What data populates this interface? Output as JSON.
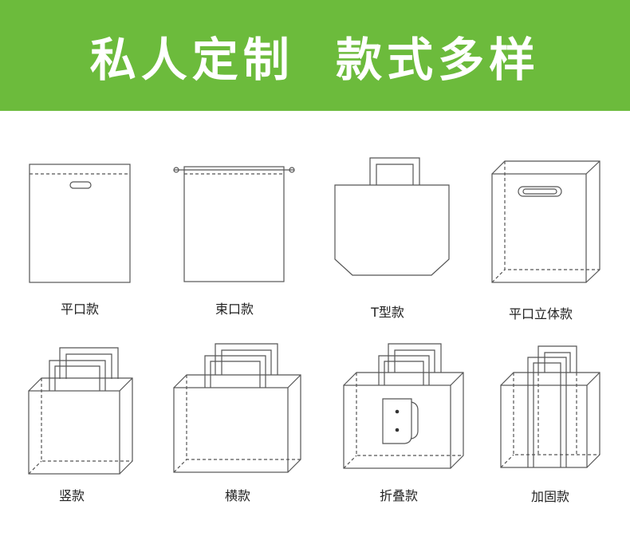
{
  "banner": {
    "title": "私人定制  款式多样",
    "background_color": "#6cbb3c",
    "text_color": "#ffffff"
  },
  "bag_styles": [
    {
      "label": "平口款"
    },
    {
      "label": "束口款"
    },
    {
      "label": "T型款"
    },
    {
      "label": "平口立体款"
    },
    {
      "label": "竖款"
    },
    {
      "label": "横款"
    },
    {
      "label": "折叠款"
    },
    {
      "label": "加固款"
    }
  ]
}
